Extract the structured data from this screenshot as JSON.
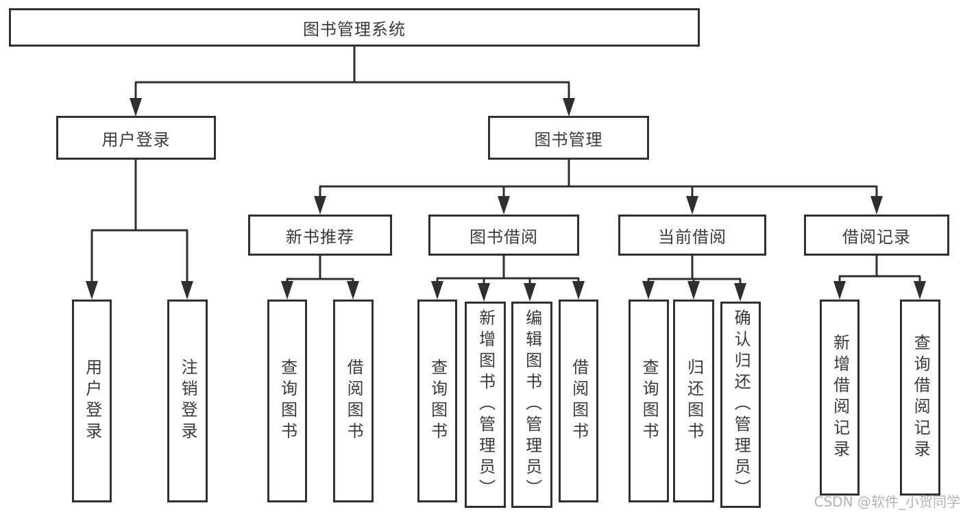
{
  "diagram": {
    "root": {
      "label": "图书管理系统",
      "children": [
        {
          "label": "用户登录",
          "children": [
            {
              "label": "用户登录"
            },
            {
              "label": "注销登录"
            }
          ]
        },
        {
          "label": "图书管理",
          "children": [
            {
              "label": "新书推荐",
              "children": [
                {
                  "label": "查询图书"
                },
                {
                  "label": "借阅图书"
                }
              ]
            },
            {
              "label": "图书借阅",
              "children": [
                {
                  "label": "查询图书"
                },
                {
                  "label": "新增图书（管理员）"
                },
                {
                  "label": "编辑图书（管理员）"
                },
                {
                  "label": "借阅图书"
                }
              ]
            },
            {
              "label": "当前借阅",
              "children": [
                {
                  "label": "查询图书"
                },
                {
                  "label": "归还图书"
                },
                {
                  "label": "确认归还（管理员）"
                }
              ]
            },
            {
              "label": "借阅记录",
              "children": [
                {
                  "label": "新增借阅记录"
                },
                {
                  "label": "查询借阅记录"
                }
              ]
            }
          ]
        }
      ]
    }
  },
  "watermark": "CSDN @软件_小贺同学",
  "colors": {
    "line": "#2f2f2f",
    "border": "#2f2f2f",
    "text": "#3a3a3a",
    "watermark": "#b0b3b6",
    "background": "#ffffff"
  }
}
